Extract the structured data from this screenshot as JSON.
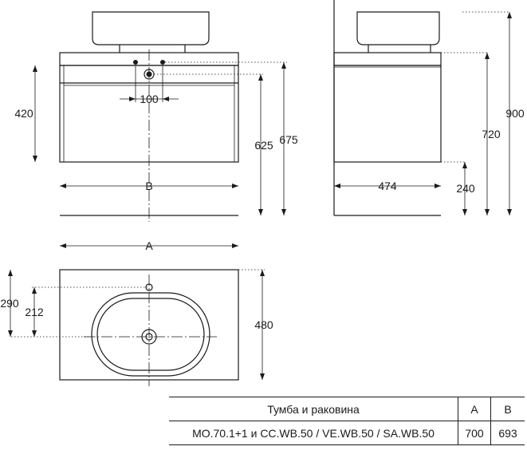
{
  "front_view": {
    "dim_hole_spacing": "100",
    "dim_drawer_height": "420",
    "dim_drain_height": "625",
    "dim_top_height": "675",
    "dim_width_b": "B"
  },
  "side_view": {
    "dim_depth": "474",
    "dim_legroom": "240",
    "dim_cabinet_top": "720",
    "dim_total_height": "900"
  },
  "top_view": {
    "dim_width_a": "A",
    "dim_tap_offset": "290",
    "dim_bowl_offset": "212",
    "dim_depth": "480"
  },
  "table": {
    "header": {
      "name": "Тумба и раковина",
      "a": "A",
      "b": "B"
    },
    "row": {
      "name": "MO.70.1+1 и CC.WB.50 / VE.WB.50 / SA.WB.50",
      "a": "700",
      "b": "693"
    }
  }
}
